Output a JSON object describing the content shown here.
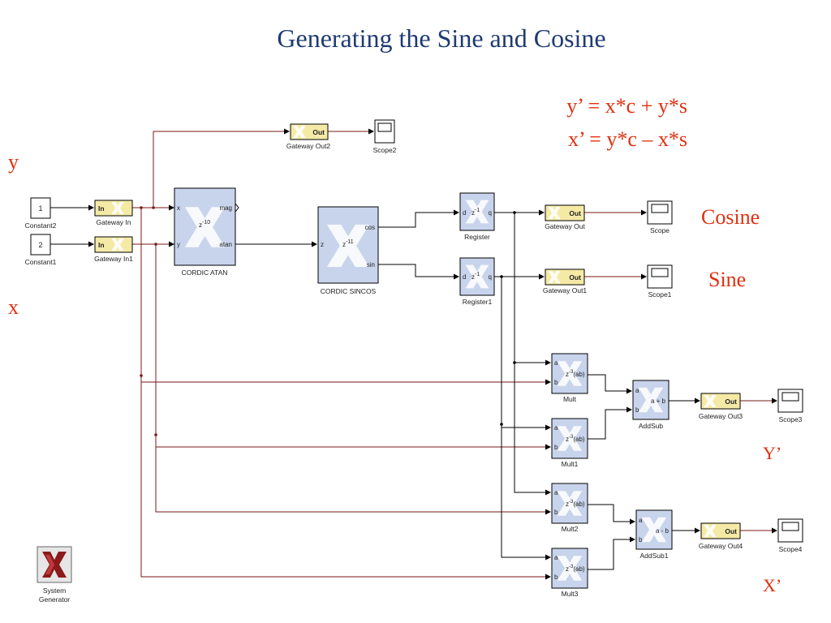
{
  "slide": {
    "title": "Generating the Sine and Cosine",
    "equation_y": "y’ = x*c + y*s",
    "equation_x": "x’ = y*c – x*s",
    "annotations": {
      "y": "y",
      "x": "x",
      "cosine": "Cosine",
      "sine": "Sine",
      "y_prime": "Y’",
      "x_prime": "X’"
    }
  },
  "blocks": {
    "constant2": {
      "value": "1",
      "label": "Constant2"
    },
    "constant1": {
      "value": "2",
      "label": "Constant1"
    },
    "gateway_in": {
      "text": "In",
      "label": "Gateway In"
    },
    "gateway_in1": {
      "text": "In",
      "label": "Gateway In1"
    },
    "cordic_atan": {
      "label": "CORDIC ATAN",
      "port_x": "x",
      "port_y": "y",
      "port_mag": "mag",
      "port_atan": "atan",
      "latency": "z",
      "latency_exp": "-10"
    },
    "cordic_sincos": {
      "label": "CORDIC SINCOS",
      "port_z": "z",
      "port_cos": "cos",
      "port_sin": "sin",
      "latency": "z",
      "latency_exp": "-11"
    },
    "register": {
      "label": "Register",
      "port_d": "d",
      "port_q": "q",
      "latency": "z",
      "latency_exp": "-1"
    },
    "register1": {
      "label": "Register1",
      "port_d": "d",
      "port_q": "q",
      "latency": "z",
      "latency_exp": "-1"
    },
    "gateway_out": {
      "text": "Out",
      "label": "Gateway Out"
    },
    "gateway_out1": {
      "text": "Out",
      "label": "Gateway Out1"
    },
    "gateway_out2": {
      "text": "Out",
      "label": "Gateway Out2"
    },
    "gateway_out3": {
      "text": "Out",
      "label": "Gateway Out3"
    },
    "gateway_out4": {
      "text": "Out",
      "label": "Gateway Out4"
    },
    "scope": {
      "label": "Scope"
    },
    "scope1": {
      "label": "Scope1"
    },
    "scope2": {
      "label": "Scope2"
    },
    "scope3": {
      "label": "Scope3"
    },
    "scope4": {
      "label": "Scope4"
    },
    "mult": {
      "label": "Mult",
      "port_a": "a",
      "port_b": "b",
      "op": "(ab)",
      "latency_exp": "-3"
    },
    "mult1": {
      "label": "Mult1",
      "port_a": "a",
      "port_b": "b",
      "op": "(ab)",
      "latency_exp": "-3"
    },
    "mult2": {
      "label": "Mult2",
      "port_a": "a",
      "port_b": "b",
      "op": "(ab)",
      "latency_exp": "-3"
    },
    "mult3": {
      "label": "Mult3",
      "port_a": "a",
      "port_b": "b",
      "op": "(ab)",
      "latency_exp": "-3"
    },
    "addsub": {
      "label": "AddSub",
      "port_a": "a",
      "port_b": "b",
      "op": "a + b"
    },
    "addsub1": {
      "label": "AddSub1",
      "port_a": "a",
      "port_b": "b",
      "op": "a - b"
    },
    "system_generator": {
      "line1": "System",
      "line2": "Generator"
    }
  },
  "colors": {
    "title": "#1f3b73",
    "annotation": "#e03010",
    "wire": "#7a1a1a",
    "xilinx_block": "#c8d4ec",
    "gateway": "#f4eaa6",
    "sysgen_logo": "#8b1a1a"
  }
}
